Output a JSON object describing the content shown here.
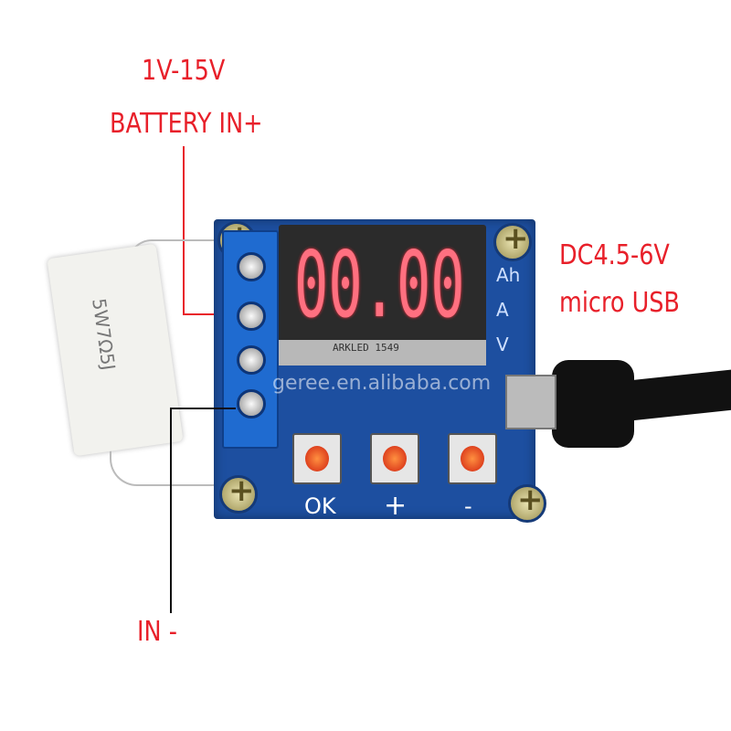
{
  "labels": {
    "voltage_range": "1V-15V",
    "battery_in": "BATTERY IN+",
    "in_minus": "IN -",
    "dc_input": "DC4.5-6V",
    "usb": "micro USB"
  },
  "display": {
    "reading": "00.00",
    "part_number": "ARKLED 1549",
    "units": [
      "Ah",
      "A",
      "V"
    ]
  },
  "buttons": [
    {
      "label": "OK"
    },
    {
      "label": "+"
    },
    {
      "label": "-"
    }
  ],
  "resistor": {
    "marking": "5W7Ω5J"
  },
  "watermark": "geree.en.alibaba.com",
  "colors": {
    "annotation": "#e8202a",
    "pcb": "#1d4fa0",
    "segment": "#ff7080"
  }
}
